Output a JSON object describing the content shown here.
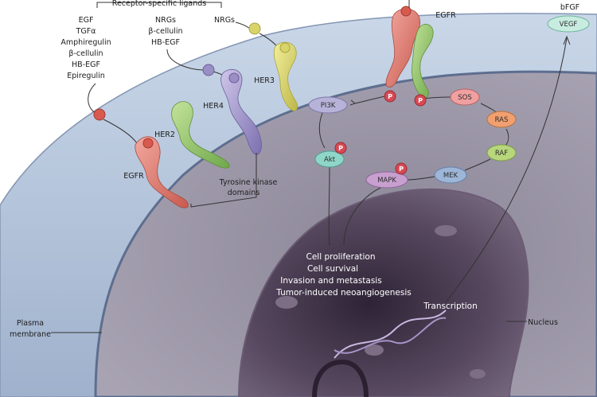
{
  "ligands": {
    "header": "Receptor-specific ligands",
    "egfr_group": [
      "EGF",
      "TGFα",
      "Amphiregulin",
      "β-cellulin",
      "HB-EGF",
      "Epiregulin"
    ],
    "her4_group": [
      "NRGs",
      "β-cellulin",
      "HB-EGF"
    ],
    "her3_group": "NRGs"
  },
  "receptors": {
    "egfr_top": "EGFR",
    "egfr_left": "EGFR",
    "her2": "HER2",
    "her3": "HER3",
    "her4": "HER4"
  },
  "tyrosine_kinase": [
    "Tyrosine kinase",
    "domains"
  ],
  "pathway": {
    "pi3k": "PI3K",
    "akt": "Akt",
    "sos": "SOS",
    "ras": "RAS",
    "raf": "RAF",
    "mek": "MEK",
    "mapk": "MAPK",
    "phospho": "P"
  },
  "outcomes": [
    "Cell proliferation",
    "Cell survival",
    "Invasion and metastasis",
    "Tumor-induced neoangiogenesis"
  ],
  "transcription": "Transcription",
  "growth_factors": {
    "bfgf": "bFGF",
    "vegf": "VEGF"
  },
  "plasma_membrane": [
    "Plasma",
    "membrane"
  ],
  "nucleus": "Nucleus",
  "colors": {
    "egfr": "#d8736a",
    "her2": "#8fbf6a",
    "her3": "#d8d46a",
    "her4": "#9a8fc4",
    "phospho": "#d64a55",
    "node": "#f0a070",
    "mek": "#9db6d8",
    "akt": "#8fd6c8",
    "mapk": "#c8a0d0"
  }
}
